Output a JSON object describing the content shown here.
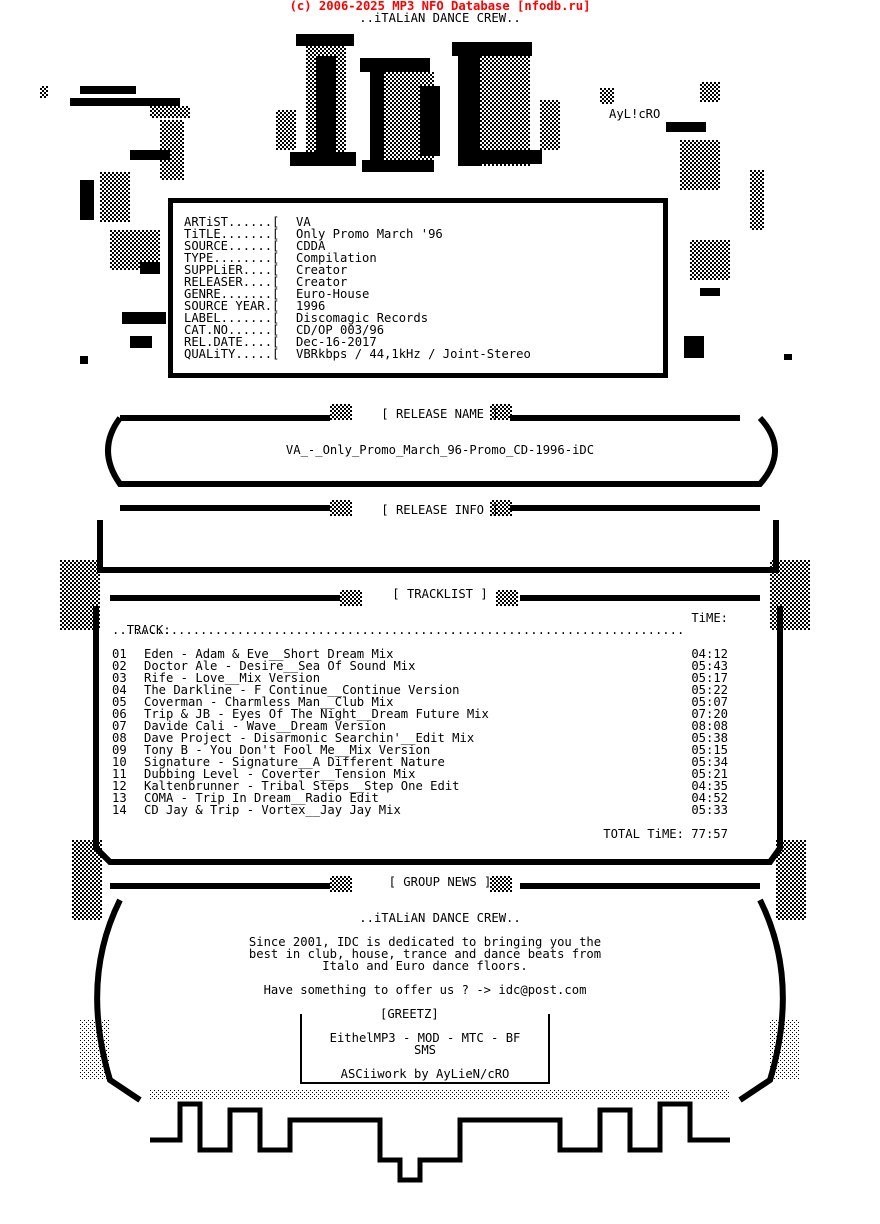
{
  "header": {
    "copyright": "(c) 2006-2025 MP3 NFO Database [nfodb.ru]",
    "crew": "..iTALiAN DANCE CREW..",
    "artist_tag": "AyL!cRO"
  },
  "info": [
    {
      "label": "ARTiST......[",
      "value": "VA"
    },
    {
      "label": "TiTLE.......[",
      "value": "Only Promo March '96"
    },
    {
      "label": "SOURCE......[",
      "value": "CDDA"
    },
    {
      "label": "TYPE........[",
      "value": "Compilation"
    },
    {
      "label": "SUPPLiER....[",
      "value": "Creator"
    },
    {
      "label": "RELEASER....[",
      "value": "Creator"
    },
    {
      "label": "GENRE.......[",
      "value": "Euro-House"
    },
    {
      "label": "SOURCE YEAR.[",
      "value": "1996"
    },
    {
      "label": "LABEL.......[",
      "value": "Discomagic Records"
    },
    {
      "label": "CAT.NO......[",
      "value": "CD/OP 003/96"
    },
    {
      "label": "REL.DATE....[",
      "value": "Dec-16-2017"
    },
    {
      "label": "QUALiTY.....[",
      "value": "VBRkbps / 44,1kHz / Joint-Stereo"
    }
  ],
  "sections": {
    "release_name": "[ RELEASE NAME ]",
    "release_info": "[ RELEASE INFO ]",
    "tracklist": "[ TRACKLIST ]",
    "group_news": "[ GROUP NEWS ]"
  },
  "release_name": "VA_-_Only_Promo_March_96-Promo_CD-1996-iDC",
  "tracklist": {
    "track_header": "TRACK:",
    "time_header": "TiME:",
    "dots": "..............................................................................",
    "tracks": [
      {
        "no": "01",
        "title": "Eden - Adam & Eve__Short Dream Mix",
        "time": "04:12"
      },
      {
        "no": "02",
        "title": "Doctor Ale - Desire__Sea Of Sound Mix",
        "time": "05:43"
      },
      {
        "no": "03",
        "title": "Rife - Love__Mix Version",
        "time": "05:17"
      },
      {
        "no": "04",
        "title": "The Darkline - F Continue__Continue Version",
        "time": "05:22"
      },
      {
        "no": "05",
        "title": "Coverman - Charmless Man__Club Mix",
        "time": "05:07"
      },
      {
        "no": "06",
        "title": "Trip & JB - Eyes Of The Night__Dream Future Mix",
        "time": "07:20"
      },
      {
        "no": "07",
        "title": "Davide Cali - Wave__Dream Version",
        "time": "08:08"
      },
      {
        "no": "08",
        "title": "Dave Project - Disarmonic Searchin'__Edit Mix",
        "time": "05:38"
      },
      {
        "no": "09",
        "title": "Tony B - You Don't Fool Me__Mix Version",
        "time": "05:15"
      },
      {
        "no": "10",
        "title": "Signature - Signature__A Different Nature",
        "time": "05:34"
      },
      {
        "no": "11",
        "title": "Dubbing Level - Coverter__Tension Mix",
        "time": "05:21"
      },
      {
        "no": "12",
        "title": "Kaltenbrunner - Tribal Steps__Step One Edit",
        "time": "04:35"
      },
      {
        "no": "13",
        "title": "COMA - Trip In Dream__Radio Edit",
        "time": "04:52"
      },
      {
        "no": "14",
        "title": "CD Jay & Trip - Vortex__Jay Jay Mix",
        "time": "05:33"
      }
    ],
    "total": "TOTAL TiME: 77:57"
  },
  "news": {
    "crew": "..iTALiAN DANCE CREW..",
    "text": "Since 2001, IDC is dedicated to bringing you the\nbest in club, house, trance and dance beats from\nItalo and Euro dance floors.",
    "offer": "Have something to offer us ? -> idc@post.com",
    "greetz_title": "[GREETZ]",
    "greetz": "EithelMP3 - MOD - MTC - BF\nSMS",
    "credit": "ASCiiwork by AyLieN/cRO"
  }
}
